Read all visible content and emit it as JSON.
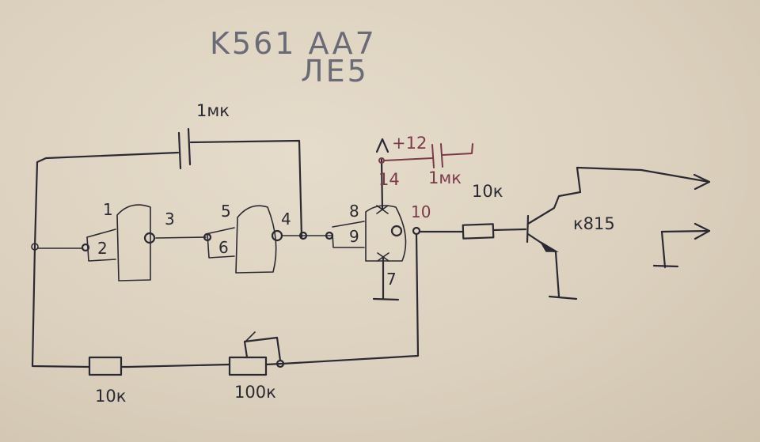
{
  "title": {
    "line1": "K561 AA7",
    "line2": "ЛЕ5"
  },
  "components": {
    "capacitor_feedback": "1мк",
    "capacitor_supply": "1мк",
    "supply_voltage": "+12",
    "supply_pin": "14",
    "ground_pin": "7",
    "resistor_base": "10к",
    "transistor": "к815",
    "resistor_left": "10к",
    "resistor_variable": "100к"
  },
  "pins": {
    "gate1_in_top": "1",
    "gate1_in_bottom": "2",
    "gate1_out": "3",
    "gate2_in_top": "5",
    "gate2_in_bottom": "6",
    "gate2_out": "4",
    "gate3_in_top": "8",
    "gate3_in_bottom": "9",
    "gate3_out": "10"
  },
  "colors": {
    "ink": "#2b2a33",
    "red_ink": "#7a3a4a",
    "paper": "#dcd1be"
  }
}
